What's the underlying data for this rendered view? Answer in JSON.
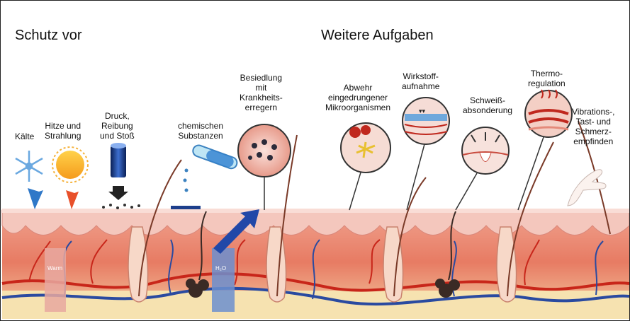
{
  "headings": {
    "protection": "Schutz vor",
    "further_tasks": "Weitere Aufgaben"
  },
  "labels": {
    "cold": [
      "Kälte"
    ],
    "heat": [
      "Hitze und",
      "Strahlung"
    ],
    "pressure": [
      "Druck,",
      "Reibung",
      "und Stoß"
    ],
    "chemicals": [
      "chemischen",
      "Substanzen"
    ],
    "colonization": [
      "Besiedlung",
      "mit",
      "Krankheits-",
      "erregern"
    ],
    "defense": [
      "Abwehr",
      "eingedrungener",
      "Mikroorganismen"
    ],
    "absorption": [
      "Wirkstoff-",
      "aufnahme"
    ],
    "sweat": [
      "Schweiß-",
      "absonderung"
    ],
    "thermo": [
      "Thermo-",
      "regulation"
    ],
    "sensation": [
      "Vibrations-,",
      "Tast- und",
      "Schmerz-",
      "empfinden"
    ]
  },
  "tags": {
    "warm": "Warm",
    "h2o": "H₂O"
  },
  "colors": {
    "epidermis": "#f3c9c0",
    "dermis": "#e9806a",
    "blood_red": "#c8261a",
    "blood_blue": "#2a4aa0",
    "fat": "#f6e7b0"
  }
}
